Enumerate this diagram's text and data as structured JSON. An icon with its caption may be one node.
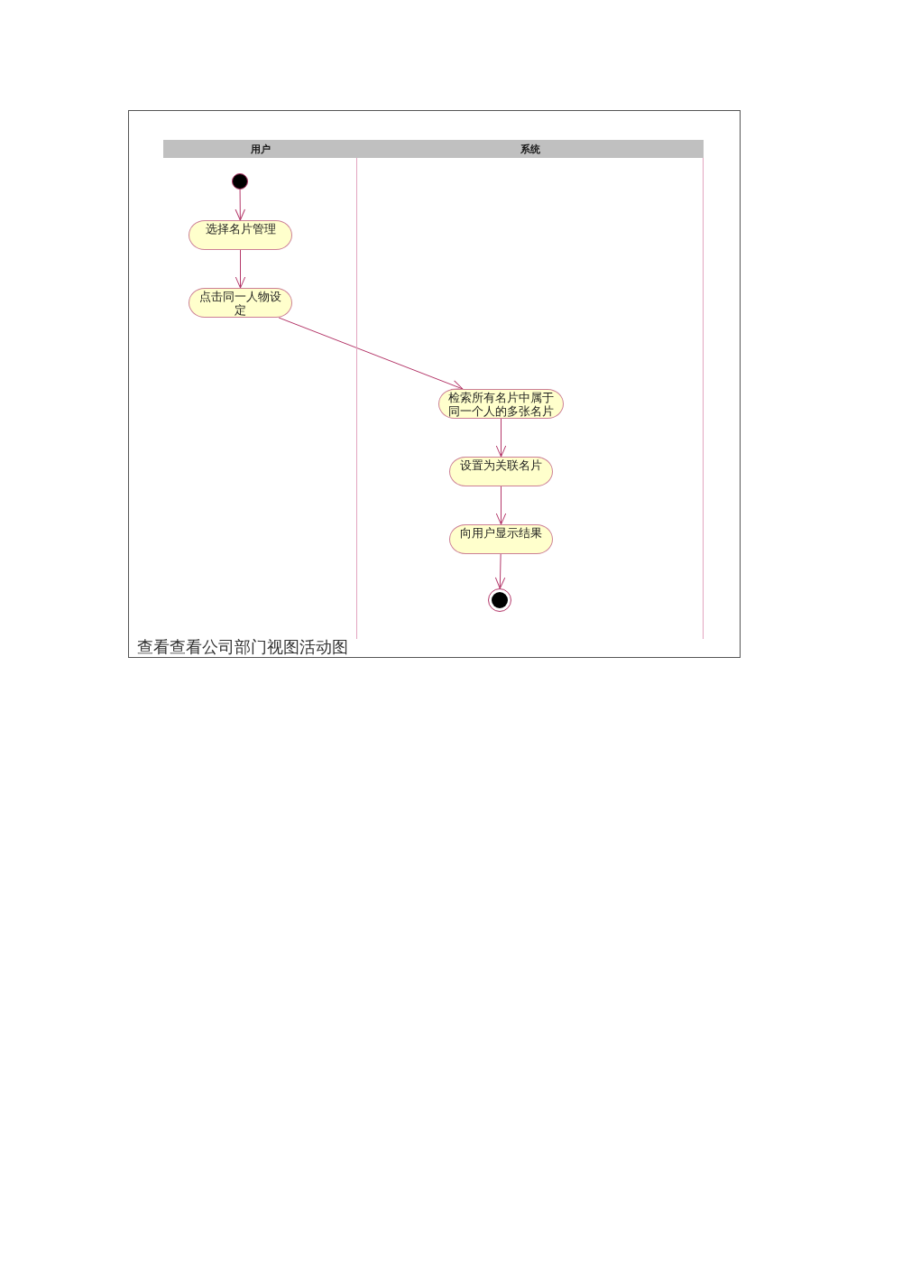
{
  "diagram": {
    "caption": "查看查看公司部门视图活动图",
    "nodes": [
      {
        "text": [
          "用户"
        ]
      },
      {
        "text": [
          "系统"
        ]
      },
      {
        "text": [],
        "shape": "circle",
        "in": 0
      },
      {
        "text": [
          "选择名片管理"
        ],
        "in": 0
      },
      {
        "text": [
          "点击同一人物设定"
        ],
        "in": 0
      },
      {
        "text": [
          "检索所有名片中属于同一个人的多张名片"
        ],
        "in": 1
      },
      {
        "text": [
          "设置为关联名片"
        ],
        "in": 1
      },
      {
        "text": [
          "向用户显示结果"
        ],
        "in": 1
      },
      {
        "text": [],
        "shape": "bullseye",
        "in": 1
      }
    ],
    "edges": [
      {
        "from": 2,
        "to": 3,
        "arrow": "to"
      },
      {
        "from": 3,
        "to": 4,
        "arrow": "to"
      },
      {
        "from": 4,
        "to": 5,
        "arrow": "to"
      },
      {
        "from": 5,
        "to": 6,
        "arrow": "to"
      },
      {
        "from": 6,
        "to": 7,
        "arrow": "to"
      },
      {
        "from": 7,
        "to": 8,
        "arrow": "to"
      }
    ]
  }
}
